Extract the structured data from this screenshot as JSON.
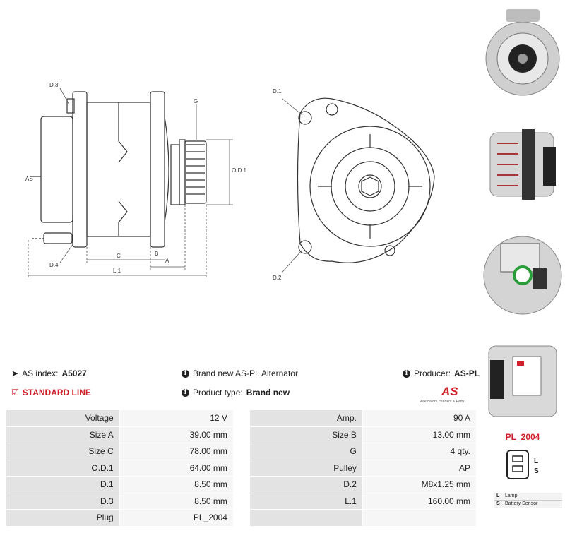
{
  "drawing": {
    "labels": {
      "d3": "D.3",
      "g": "G",
      "od1": "O.D.1",
      "as": "AS",
      "d4": "D.4",
      "c": "C",
      "b": "B",
      "a": "A",
      "l1": "L.1",
      "d1": "D.1",
      "d2": "D.2"
    }
  },
  "info": {
    "as_index_label": "AS index:",
    "as_index_value": "A5027",
    "description": "Brand new AS-PL Alternator",
    "producer_label": "Producer:",
    "producer_value": "AS-PL",
    "standard_line": "STANDARD LINE",
    "product_type_label": "Product type:",
    "product_type_value": "Brand new"
  },
  "logo": {
    "mark": "AS",
    "tagline": "Alternators, Starters & Parts",
    "color": "#d0202a"
  },
  "specs": [
    {
      "l1": "Voltage",
      "v1": "12 V",
      "l2": "Amp.",
      "v2": "90 A"
    },
    {
      "l1": "Size A",
      "v1": "39.00 mm",
      "l2": "Size B",
      "v2": "13.00 mm"
    },
    {
      "l1": "Size C",
      "v1": "78.00 mm",
      "l2": "G",
      "v2": "4 qty."
    },
    {
      "l1": "O.D.1",
      "v1": "64.00 mm",
      "l2": "Pulley",
      "v2": "AP"
    },
    {
      "l1": "D.1",
      "v1": "8.50 mm",
      "l2": "D.2",
      "v2": "M8x1.25 mm"
    },
    {
      "l1": "D.3",
      "v1": "8.50 mm",
      "l2": "L.1",
      "v2": "160.00 mm"
    },
    {
      "l1": "Plug",
      "v1": "PL_2004",
      "l2": "",
      "v2": ""
    }
  ],
  "plug": {
    "title": "PL_2004",
    "pins": [
      "L",
      "S"
    ],
    "legend": [
      {
        "code": "L",
        "text": "Lamp"
      },
      {
        "code": "S",
        "text": "Battery Sensor"
      }
    ]
  }
}
